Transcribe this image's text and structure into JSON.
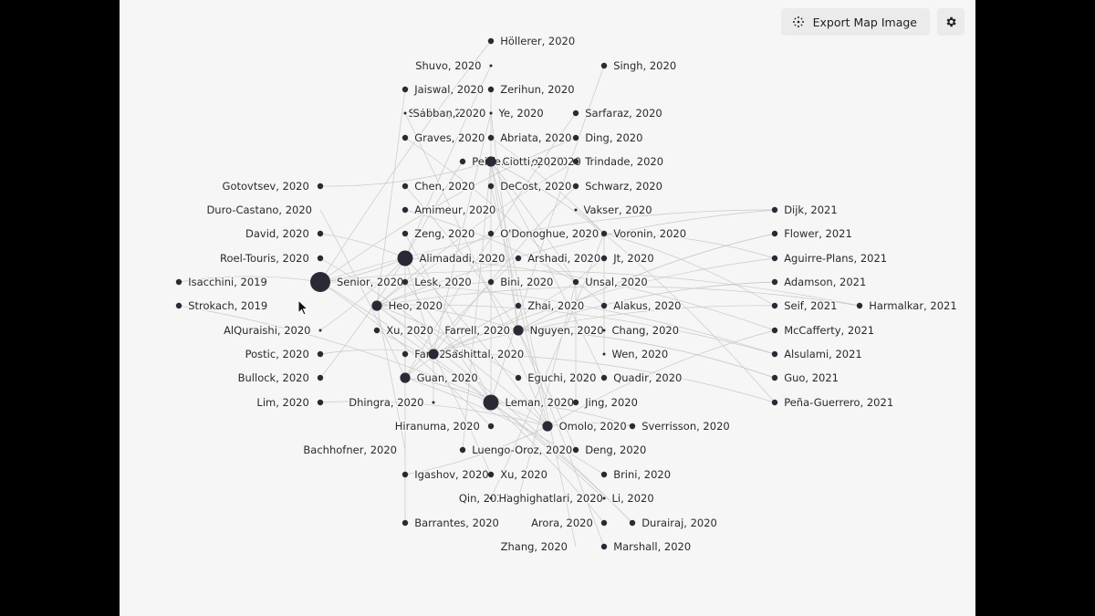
{
  "toolbar": {
    "export_label": "Export Map Image",
    "export_icon": "sparkle-icon",
    "settings_icon": "gear-icon"
  },
  "colors": {
    "node": "#2a2a36",
    "edge": "#c9c9c9",
    "panel": "#f6f6f6",
    "backdrop": "#000000"
  },
  "papers": [
    {
      "label": "Höllerer, 2020",
      "size": "small"
    },
    {
      "label": "Shuvo, 2020",
      "size": "tiny"
    },
    {
      "label": "Singh, 2020",
      "size": "small"
    },
    {
      "label": "Jaiswal, 2020",
      "size": "small"
    },
    {
      "label": "Zerihun, 2020",
      "size": "small"
    },
    {
      "label": "Sabban, 2020",
      "size": "tiny"
    },
    {
      "label": "Sabban, 2020",
      "size": "tiny"
    },
    {
      "label": "Ye, 2020",
      "size": "tiny"
    },
    {
      "label": "Sarfaraz, 2020",
      "size": "small"
    },
    {
      "label": "Graves, 2020",
      "size": "small"
    },
    {
      "label": "Abriata, 2020",
      "size": "small"
    },
    {
      "label": "Ding, 2020",
      "size": "small"
    },
    {
      "label": "Peiffer-Smadja, 2020",
      "size": "small"
    },
    {
      "label": "Ciotti, 2020",
      "size": "medium"
    },
    {
      "label": "Trindade, 2020",
      "size": "small"
    },
    {
      "label": "Gotovtsev, 2020",
      "size": "small"
    },
    {
      "label": "Chen, 2020",
      "size": "small"
    },
    {
      "label": "DeCost, 2020",
      "size": "small"
    },
    {
      "label": "Schwarz, 2020",
      "size": "small"
    },
    {
      "label": "Duro-Castano, 2020",
      "size": "none"
    },
    {
      "label": "Amimeur, 2020",
      "size": "small"
    },
    {
      "label": "Vakser, 2020",
      "size": "tiny"
    },
    {
      "label": "Dijk, 2021",
      "size": "small"
    },
    {
      "label": "David, 2020",
      "size": "small"
    },
    {
      "label": "Zeng, 2020",
      "size": "small"
    },
    {
      "label": "O'Donoghue, 2020",
      "size": "small"
    },
    {
      "label": "Voronin, 2020",
      "size": "small"
    },
    {
      "label": "Flower, 2021",
      "size": "small"
    },
    {
      "label": "Roel-Touris, 2020",
      "size": "small"
    },
    {
      "label": "Alimadadi, 2020",
      "size": "large"
    },
    {
      "label": "Arshadi, 2020",
      "size": "small"
    },
    {
      "label": "Jt, 2020",
      "size": "small"
    },
    {
      "label": "Aguirre-Plans, 2021",
      "size": "small"
    },
    {
      "label": "Isacchini, 2019",
      "size": "small"
    },
    {
      "label": "Senior, 2020",
      "size": "xlarge"
    },
    {
      "label": "Lesk, 2020",
      "size": "small"
    },
    {
      "label": "Bini, 2020",
      "size": "small"
    },
    {
      "label": "Unsal, 2020",
      "size": "small"
    },
    {
      "label": "Adamson, 2021",
      "size": "small"
    },
    {
      "label": "Strokach, 2019",
      "size": "small"
    },
    {
      "label": "Heo, 2020",
      "size": "medium"
    },
    {
      "label": "Zhai, 2020",
      "size": "small"
    },
    {
      "label": "Alakus, 2020",
      "size": "small"
    },
    {
      "label": "Seif, 2021",
      "size": "small"
    },
    {
      "label": "Harmalkar, 2021",
      "size": "small"
    },
    {
      "label": "AlQuraishi, 2020",
      "size": "tiny"
    },
    {
      "label": "Xu, 2020",
      "size": "small"
    },
    {
      "label": "Farrell, 2020",
      "size": "none"
    },
    {
      "label": "Nguyen, 2020",
      "size": "medium"
    },
    {
      "label": "Chang, 2020",
      "size": "tiny"
    },
    {
      "label": "McCafferty, 2021",
      "size": "small"
    },
    {
      "label": "Postic, 2020",
      "size": "small"
    },
    {
      "label": "Fan, 2020",
      "size": "small"
    },
    {
      "label": "Sashittal, 2020",
      "size": "medium"
    },
    {
      "label": "Wen, 2020",
      "size": "tiny"
    },
    {
      "label": "Alsulami, 2021",
      "size": "small"
    },
    {
      "label": "Bullock, 2020",
      "size": "small"
    },
    {
      "label": "Guan, 2020",
      "size": "medium"
    },
    {
      "label": "Eguchi, 2020",
      "size": "small"
    },
    {
      "label": "Quadir, 2020",
      "size": "small"
    },
    {
      "label": "Guo, 2021",
      "size": "small"
    },
    {
      "label": "Lim, 2020",
      "size": "small"
    },
    {
      "label": "Dhingra, 2020",
      "size": "tiny"
    },
    {
      "label": "Leman, 2020",
      "size": "large"
    },
    {
      "label": "Jing, 2020",
      "size": "small"
    },
    {
      "label": "Peña-Guerrero, 2021",
      "size": "small"
    },
    {
      "label": "Hiranuma, 2020",
      "size": "small"
    },
    {
      "label": "Omolo, 2020",
      "size": "medium"
    },
    {
      "label": "Sverrisson, 2020",
      "size": "small"
    },
    {
      "label": "Bachhofner, 2020",
      "size": "none"
    },
    {
      "label": "Luengo-Oroz, 2020",
      "size": "small"
    },
    {
      "label": "Deng, 2020",
      "size": "small"
    },
    {
      "label": "Igashov, 2020",
      "size": "small"
    },
    {
      "label": "Xu, 2020",
      "size": "small"
    },
    {
      "label": "Brini, 2020",
      "size": "small"
    },
    {
      "label": "Qin, 2020",
      "size": "none"
    },
    {
      "label": "Haghighatlari, 2020",
      "size": "tiny"
    },
    {
      "label": "Li, 2020",
      "size": "tiny"
    },
    {
      "label": "Barrantes, 2020",
      "size": "small"
    },
    {
      "label": "Arora, 2020",
      "size": "small"
    },
    {
      "label": "Durairaj, 2020",
      "size": "small"
    },
    {
      "label": "Zhang, 2020",
      "size": "none"
    },
    {
      "label": "Marshall, 2020",
      "size": "small"
    }
  ]
}
